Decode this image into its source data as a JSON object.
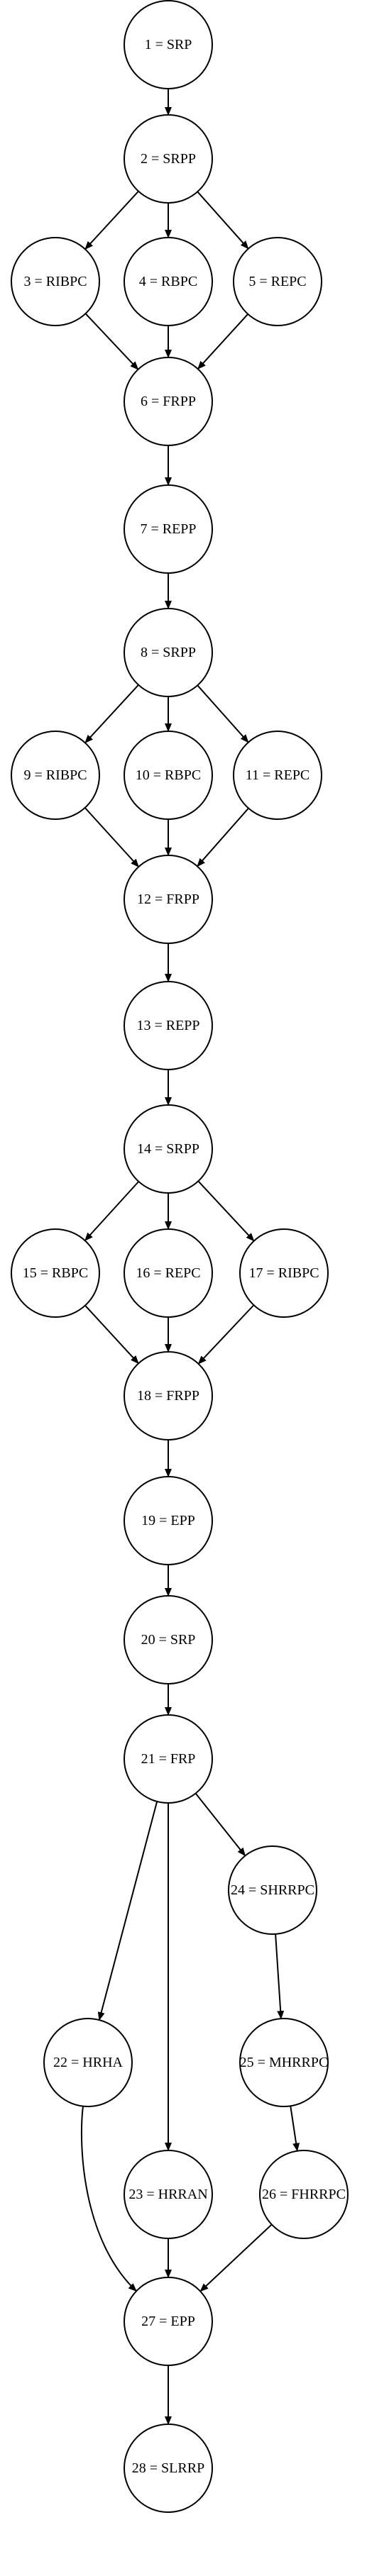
{
  "diagram": {
    "nodes": [
      {
        "id": 1,
        "label": "1 = SRP"
      },
      {
        "id": 2,
        "label": "2 = SRPP"
      },
      {
        "id": 3,
        "label": "3 = RIBPC"
      },
      {
        "id": 4,
        "label": "4 = RBPC"
      },
      {
        "id": 5,
        "label": "5 = REPC"
      },
      {
        "id": 6,
        "label": "6 = FRPP"
      },
      {
        "id": 7,
        "label": "7 = REPP"
      },
      {
        "id": 8,
        "label": "8 = SRPP"
      },
      {
        "id": 9,
        "label": "9 = RIBPC"
      },
      {
        "id": 10,
        "label": "10 = RBPC"
      },
      {
        "id": 11,
        "label": "11 = REPC"
      },
      {
        "id": 12,
        "label": "12 = FRPP"
      },
      {
        "id": 13,
        "label": "13 = REPP"
      },
      {
        "id": 14,
        "label": "14 = SRPP"
      },
      {
        "id": 15,
        "label": "15 = RBPC"
      },
      {
        "id": 16,
        "label": "16 = REPC"
      },
      {
        "id": 17,
        "label": "17 = RIBPC"
      },
      {
        "id": 18,
        "label": "18 = FRPP"
      },
      {
        "id": 19,
        "label": "19 = EPP"
      },
      {
        "id": 20,
        "label": "20 = SRP"
      },
      {
        "id": 21,
        "label": "21 = FRP"
      },
      {
        "id": 22,
        "label": "22 = HRHA"
      },
      {
        "id": 23,
        "label": "23 = HRRAN"
      },
      {
        "id": 24,
        "label": "24 = SHRRPC"
      },
      {
        "id": 25,
        "label": "25 = MHRRPC"
      },
      {
        "id": 26,
        "label": "26 = FHRRPC"
      },
      {
        "id": 27,
        "label": "27 = EPP"
      },
      {
        "id": 28,
        "label": "28 = SLRRP"
      }
    ],
    "edges": [
      [
        1,
        2
      ],
      [
        2,
        3
      ],
      [
        2,
        4
      ],
      [
        2,
        5
      ],
      [
        3,
        6
      ],
      [
        4,
        6
      ],
      [
        5,
        6
      ],
      [
        6,
        7
      ],
      [
        7,
        8
      ],
      [
        8,
        9
      ],
      [
        8,
        10
      ],
      [
        8,
        11
      ],
      [
        9,
        12
      ],
      [
        10,
        12
      ],
      [
        11,
        12
      ],
      [
        12,
        13
      ],
      [
        13,
        14
      ],
      [
        14,
        15
      ],
      [
        14,
        16
      ],
      [
        14,
        17
      ],
      [
        15,
        18
      ],
      [
        16,
        18
      ],
      [
        17,
        18
      ],
      [
        18,
        19
      ],
      [
        19,
        20
      ],
      [
        20,
        21
      ],
      [
        21,
        22
      ],
      [
        21,
        23
      ],
      [
        21,
        24
      ],
      [
        22,
        27
      ],
      [
        23,
        27
      ],
      [
        24,
        25
      ],
      [
        25,
        26
      ],
      [
        26,
        27
      ],
      [
        27,
        28
      ]
    ]
  }
}
